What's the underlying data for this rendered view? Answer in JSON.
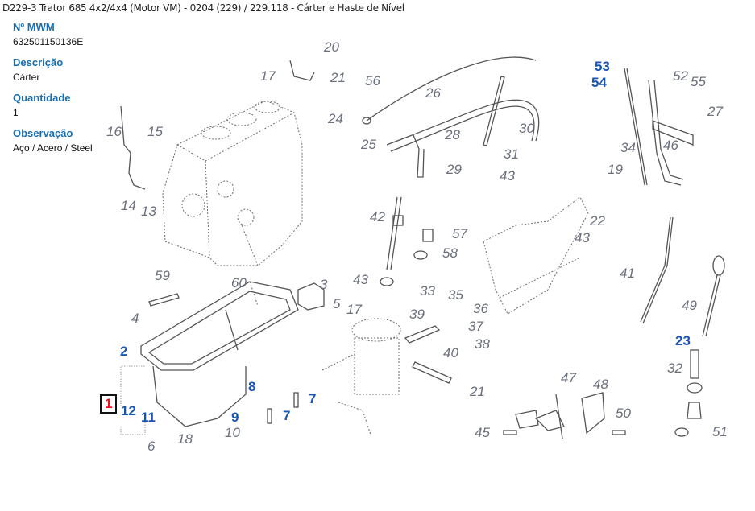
{
  "header": {
    "title": "D229-3 Trator 685 4x2/4x4 (Motor VM) - 0204 (229)  /  229.118 - Cárter e Haste de Nível"
  },
  "part_info": [
    {
      "label": "Nº MWM",
      "value": "632501150136E"
    },
    {
      "label": "Descrição",
      "value": "Cárter"
    },
    {
      "label": "Quantidade",
      "value": "1"
    },
    {
      "label": "Observação",
      "value": "Aço / Acero / Steel"
    }
  ],
  "diagram": {
    "colors": {
      "callout": "#6b6f7e",
      "highlighted": "#1a55b4",
      "selected": "#e8141e"
    },
    "callouts": [
      {
        "id": "20",
        "style": "normal"
      },
      {
        "id": "21",
        "style": "normal"
      },
      {
        "id": "17",
        "style": "normal"
      },
      {
        "id": "16",
        "style": "normal"
      },
      {
        "id": "15",
        "style": "normal"
      },
      {
        "id": "14",
        "style": "normal"
      },
      {
        "id": "13",
        "style": "normal"
      },
      {
        "id": "56",
        "style": "normal"
      },
      {
        "id": "26",
        "style": "normal"
      },
      {
        "id": "24",
        "style": "normal"
      },
      {
        "id": "25",
        "style": "normal"
      },
      {
        "id": "28",
        "style": "normal"
      },
      {
        "id": "29",
        "style": "normal"
      },
      {
        "id": "30",
        "style": "normal"
      },
      {
        "id": "31",
        "style": "normal"
      },
      {
        "id": "43",
        "style": "normal"
      },
      {
        "id": "19",
        "style": "normal"
      },
      {
        "id": "22",
        "style": "normal"
      },
      {
        "id": "43",
        "style": "normal"
      },
      {
        "id": "53",
        "style": "highlighted"
      },
      {
        "id": "54",
        "style": "highlighted"
      },
      {
        "id": "52",
        "style": "normal"
      },
      {
        "id": "55",
        "style": "normal"
      },
      {
        "id": "27",
        "style": "normal"
      },
      {
        "id": "34",
        "style": "normal"
      },
      {
        "id": "46",
        "style": "normal"
      },
      {
        "id": "42",
        "style": "normal"
      },
      {
        "id": "57",
        "style": "normal"
      },
      {
        "id": "58",
        "style": "normal"
      },
      {
        "id": "43",
        "style": "normal"
      },
      {
        "id": "41",
        "style": "normal"
      },
      {
        "id": "49",
        "style": "normal"
      },
      {
        "id": "23",
        "style": "highlighted"
      },
      {
        "id": "32",
        "style": "normal"
      },
      {
        "id": "51",
        "style": "normal"
      },
      {
        "id": "59",
        "style": "normal"
      },
      {
        "id": "60",
        "style": "normal"
      },
      {
        "id": "3",
        "style": "normal"
      },
      {
        "id": "5",
        "style": "normal"
      },
      {
        "id": "4",
        "style": "normal"
      },
      {
        "id": "2",
        "style": "highlighted"
      },
      {
        "id": "1",
        "style": "selected"
      },
      {
        "id": "12",
        "style": "highlighted"
      },
      {
        "id": "11",
        "style": "highlighted"
      },
      {
        "id": "6",
        "style": "normal"
      },
      {
        "id": "18",
        "style": "normal"
      },
      {
        "id": "8",
        "style": "highlighted"
      },
      {
        "id": "9",
        "style": "highlighted"
      },
      {
        "id": "10",
        "style": "normal"
      },
      {
        "id": "7",
        "style": "highlighted"
      },
      {
        "id": "7",
        "style": "highlighted"
      },
      {
        "id": "17",
        "style": "normal"
      },
      {
        "id": "33",
        "style": "normal"
      },
      {
        "id": "35",
        "style": "normal"
      },
      {
        "id": "36",
        "style": "normal"
      },
      {
        "id": "39",
        "style": "normal"
      },
      {
        "id": "37",
        "style": "normal"
      },
      {
        "id": "38",
        "style": "normal"
      },
      {
        "id": "40",
        "style": "normal"
      },
      {
        "id": "21",
        "style": "normal"
      },
      {
        "id": "47",
        "style": "normal"
      },
      {
        "id": "48",
        "style": "normal"
      },
      {
        "id": "45",
        "style": "normal"
      },
      {
        "id": "50",
        "style": "normal"
      }
    ]
  }
}
